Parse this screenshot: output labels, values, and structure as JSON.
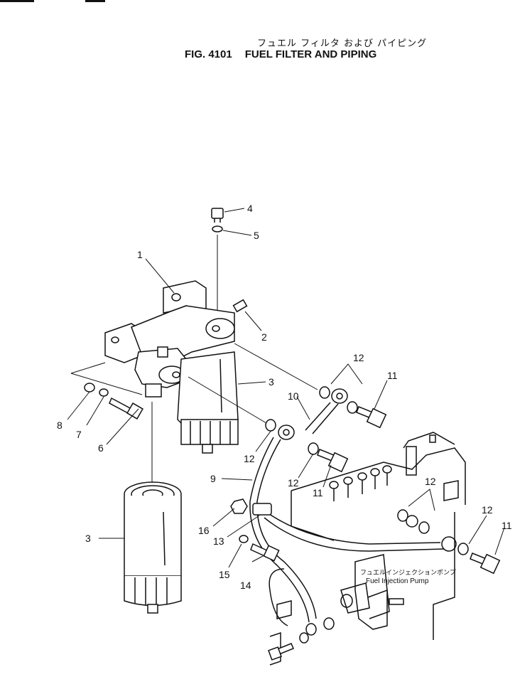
{
  "header": {
    "japanese_title": "フュエル フィルタ および パイピング",
    "fig_number": "FIG. 4101",
    "title": "FUEL FILTER AND PIPING"
  },
  "pump_label": {
    "japanese": "フュエルインジェクションポンプ",
    "english": "Fuel Injection Pump"
  },
  "callouts": [
    "1",
    "2",
    "3",
    "3",
    "4",
    "5",
    "6",
    "7",
    "8",
    "9",
    "10",
    "11",
    "11",
    "11",
    "12",
    "12",
    "12",
    "12",
    "12",
    "13",
    "14",
    "15",
    "16"
  ]
}
